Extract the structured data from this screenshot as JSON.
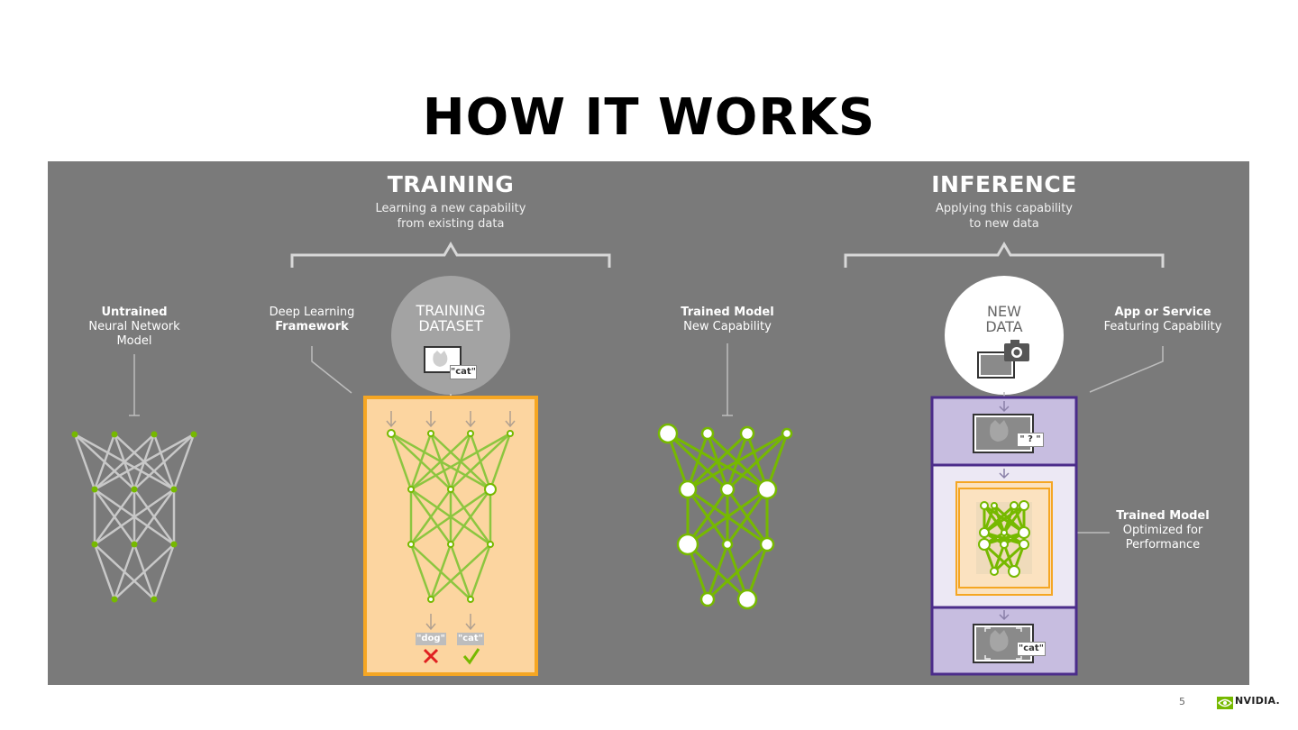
{
  "slide": {
    "title": "HOW IT WORKS",
    "page_number": "5",
    "logo_text": "NVIDIA."
  },
  "training": {
    "header": "TRAINING",
    "subtitle_line1": "Learning a new capability",
    "subtitle_line2": "from existing data",
    "untrained_line1": "Untrained",
    "untrained_line2": "Neural Network",
    "untrained_line3": "Model",
    "framework_line1": "Deep Learning",
    "framework_line2": "Framework",
    "dataset_line1": "TRAINING",
    "dataset_line2": "DATASET",
    "dataset_tag": "\"cat\"",
    "output_dog": "\"dog\"",
    "output_cat": "\"cat\""
  },
  "middle": {
    "trained_line1": "Trained Model",
    "trained_line2": "New Capability"
  },
  "inference": {
    "header": "INFERENCE",
    "subtitle_line1": "Applying this capability",
    "subtitle_line2": "to new data",
    "newdata_line1": "NEW",
    "newdata_line2": "DATA",
    "app_line1": "App or Service",
    "app_line2": "Featuring Capability",
    "query_tag": "\" ? \"",
    "result_tag": "\"cat\"",
    "optimized_line1": "Trained Model",
    "optimized_line2": "Optimized for",
    "optimized_line3": "Performance"
  },
  "colors": {
    "panel": "#7a7a7a",
    "green": "#76b900",
    "orange": "#f5a623",
    "orange_fill": "#fcd5a0",
    "purple": "#4b2c8a",
    "purple_fill": "#c7bde0",
    "wrong_mark": "#e02020"
  }
}
